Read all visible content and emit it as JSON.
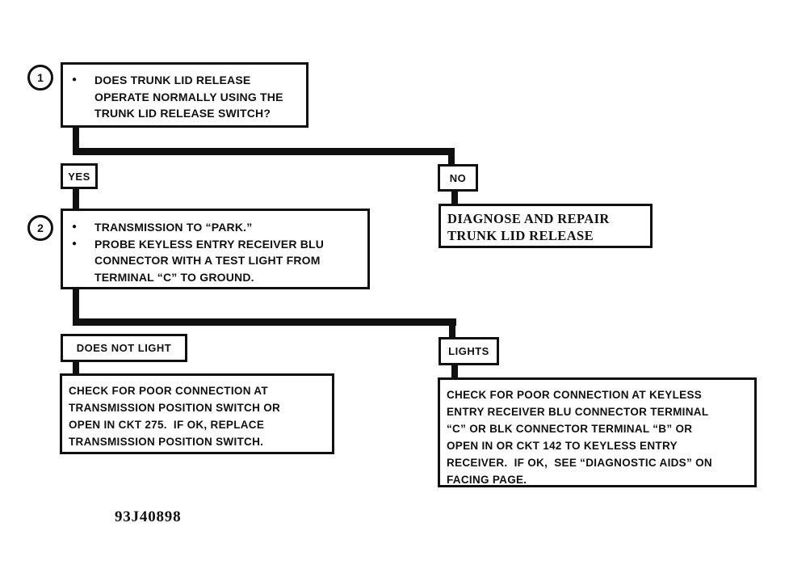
{
  "page": {
    "background_color": "#ffffff",
    "ink_color": "#101010",
    "figure_code": "93J40898"
  },
  "flow": {
    "step1": {
      "number": "1",
      "bullet_glyph": "●",
      "lines": [
        "DOES TRUNK LID RELEASE",
        "OPERATE NORMALLY USING THE",
        "TRUNK LID RELEASE SWITCH?"
      ]
    },
    "branch1": {
      "yes_label": "YES",
      "no_label": "NO"
    },
    "no_result": {
      "lines": [
        "DIAGNOSE AND REPAIR",
        "TRUNK LID RELEASE"
      ]
    },
    "step2": {
      "number": "2",
      "bullet_glyph": "●",
      "item1_lines": [
        "TRANSMISSION TO “PARK.”"
      ],
      "item2_lines": [
        "PROBE KEYLESS ENTRY RECEIVER BLU",
        "CONNECTOR WITH A TEST LIGHT FROM",
        "TERMINAL “C” TO GROUND."
      ]
    },
    "branch2": {
      "left_label": "DOES NOT LIGHT",
      "right_label": "LIGHTS"
    },
    "does_not_light_result": {
      "lines": [
        "CHECK FOR POOR CONNECTION AT",
        "TRANSMISSION POSITION SWITCH OR",
        "OPEN IN CKT 275.  IF OK, REPLACE",
        "TRANSMISSION POSITION SWITCH."
      ]
    },
    "lights_result": {
      "lines": [
        "CHECK FOR POOR CONNECTION AT KEYLESS",
        "ENTRY RECEIVER BLU CONNECTOR TERMINAL",
        "“C” OR BLK CONNECTOR TERMINAL “B” OR",
        "OPEN IN OR CKT 142 TO KEYLESS ENTRY",
        "RECEIVER.  IF OK,  SEE “DIAGNOSTIC AIDS” ON",
        "FACING PAGE."
      ]
    }
  }
}
